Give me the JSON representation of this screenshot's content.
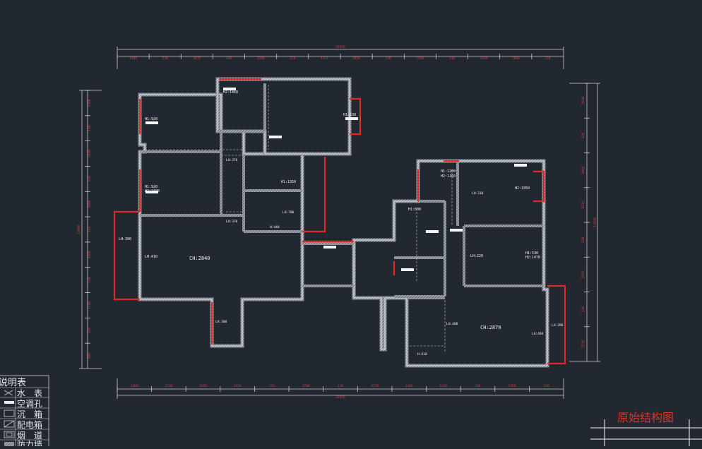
{
  "dimensions": {
    "top": {
      "total": "33950",
      "segments": [
        "1400",
        "228",
        "4079",
        "180",
        "2260",
        "120",
        "4431",
        "3830",
        "240",
        "1960",
        "240",
        "4260",
        "2000",
        "120"
      ]
    },
    "bottom": {
      "total": "33950",
      "segments": [
        "1400",
        "2320",
        "3650",
        "1410",
        "120",
        "3780",
        "120",
        "4779",
        "1300",
        "1150",
        "120",
        "5780",
        "210"
      ]
    },
    "left": {
      "total": "13900",
      "segments": [
        "1200",
        "120",
        "3420",
        "120",
        "3800",
        "120",
        "4260",
        "120",
        "2110",
        "120",
        "600"
      ]
    },
    "right": {
      "total": "13900",
      "segments": [
        "3620",
        "120",
        "1060",
        "2710",
        "120",
        "2975",
        "120",
        "2750"
      ]
    }
  },
  "rooms": [
    {
      "label": "H1:920"
    },
    {
      "label": "H2:1460"
    },
    {
      "label": "H1:430"
    },
    {
      "label": "H1:920"
    },
    {
      "label": "H2:1470"
    },
    {
      "label": "LH:370"
    },
    {
      "label": "H1:1350"
    },
    {
      "label": "LH:700"
    },
    {
      "label": "LH:370"
    },
    {
      "label": "H:440"
    },
    {
      "label": "LH:390"
    },
    {
      "label": "LH:410"
    },
    {
      "label": "CH:2840"
    },
    {
      "label": "LH:300"
    },
    {
      "label": "H1:1200"
    },
    {
      "label": "H2:1160"
    },
    {
      "label": "LH:310"
    },
    {
      "label": "H2:1950"
    },
    {
      "label": "H1:800"
    },
    {
      "label": "LH:220"
    },
    {
      "label": "H1:530"
    },
    {
      "label": "H2:1470"
    },
    {
      "label": "LH:460"
    },
    {
      "label": "CH:2870"
    },
    {
      "label": "LH:460"
    },
    {
      "label": "LH:390"
    },
    {
      "label": "H:410"
    }
  ],
  "legend": {
    "title": "说明表",
    "items": [
      "水　表",
      "空调孔",
      "沉　箱",
      "配电箱",
      "烟　道",
      "防力墙"
    ]
  },
  "stamp": {
    "label": "原始结构图"
  },
  "colors": {
    "background": "#212830",
    "wall": "#ffffff",
    "hatch": "#8a8f96",
    "dimension": "#c8ccd2",
    "dimension_text": "#d23c3c",
    "window": "#e02a2a",
    "stamp": "#e0302a"
  }
}
